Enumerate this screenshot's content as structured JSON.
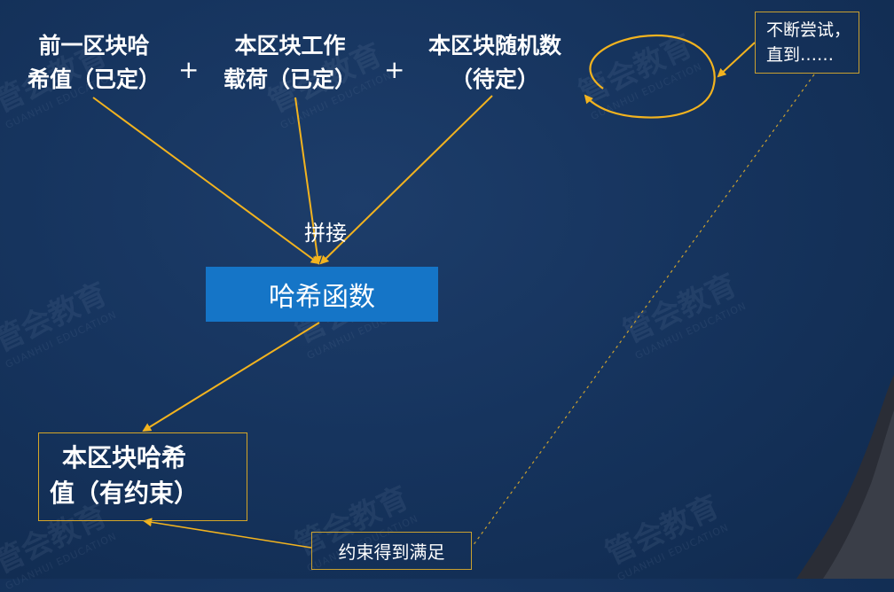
{
  "inputs": {
    "prev_hash": [
      "前一区块哈",
      "希值（已定）"
    ],
    "payload": [
      "本区块工作",
      "载荷（已定）"
    ],
    "nonce": [
      "本区块随机数",
      "（待定）"
    ],
    "plus": "+"
  },
  "splice_label": "拼接",
  "hash_function_label": "哈希函数",
  "result": [
    "本区块哈希",
    "值（有约束）"
  ],
  "retry_note": [
    "不断尝试，",
    "直到……"
  ],
  "constraint_label": "约束得到满足",
  "watermark": {
    "name": "管会教育",
    "sub": "GUANHUI EDUCATION"
  },
  "colors": {
    "arrow": "#f2b31f",
    "box": "#1575c7",
    "background": "#16345e"
  }
}
